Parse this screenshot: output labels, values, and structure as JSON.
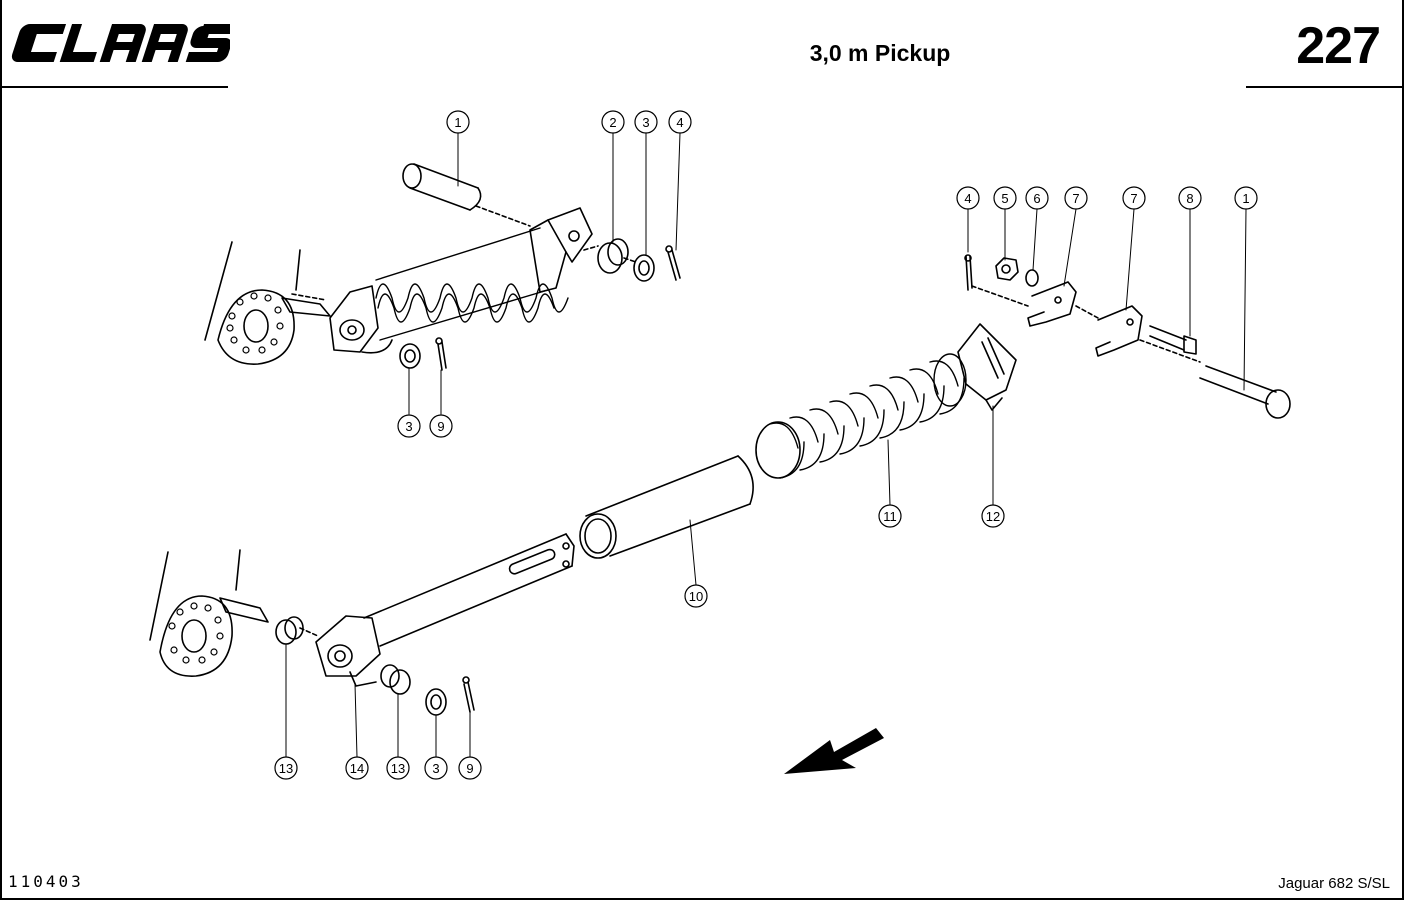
{
  "header": {
    "brand": "CLAAS",
    "title": "3,0 m Pickup",
    "page_number": "227"
  },
  "footer": {
    "drawing_number": "110403",
    "model": "Jaguar 682 S/SL"
  },
  "callouts": [
    {
      "label": "1"
    },
    {
      "label": "2"
    },
    {
      "label": "3"
    },
    {
      "label": "4"
    },
    {
      "label": "4"
    },
    {
      "label": "5"
    },
    {
      "label": "6"
    },
    {
      "label": "7"
    },
    {
      "label": "7"
    },
    {
      "label": "8"
    },
    {
      "label": "1"
    },
    {
      "label": "3"
    },
    {
      "label": "9"
    },
    {
      "label": "11"
    },
    {
      "label": "12"
    },
    {
      "label": "10"
    },
    {
      "label": "13"
    },
    {
      "label": "14"
    },
    {
      "label": "13"
    },
    {
      "label": "3"
    },
    {
      "label": "9"
    }
  ]
}
